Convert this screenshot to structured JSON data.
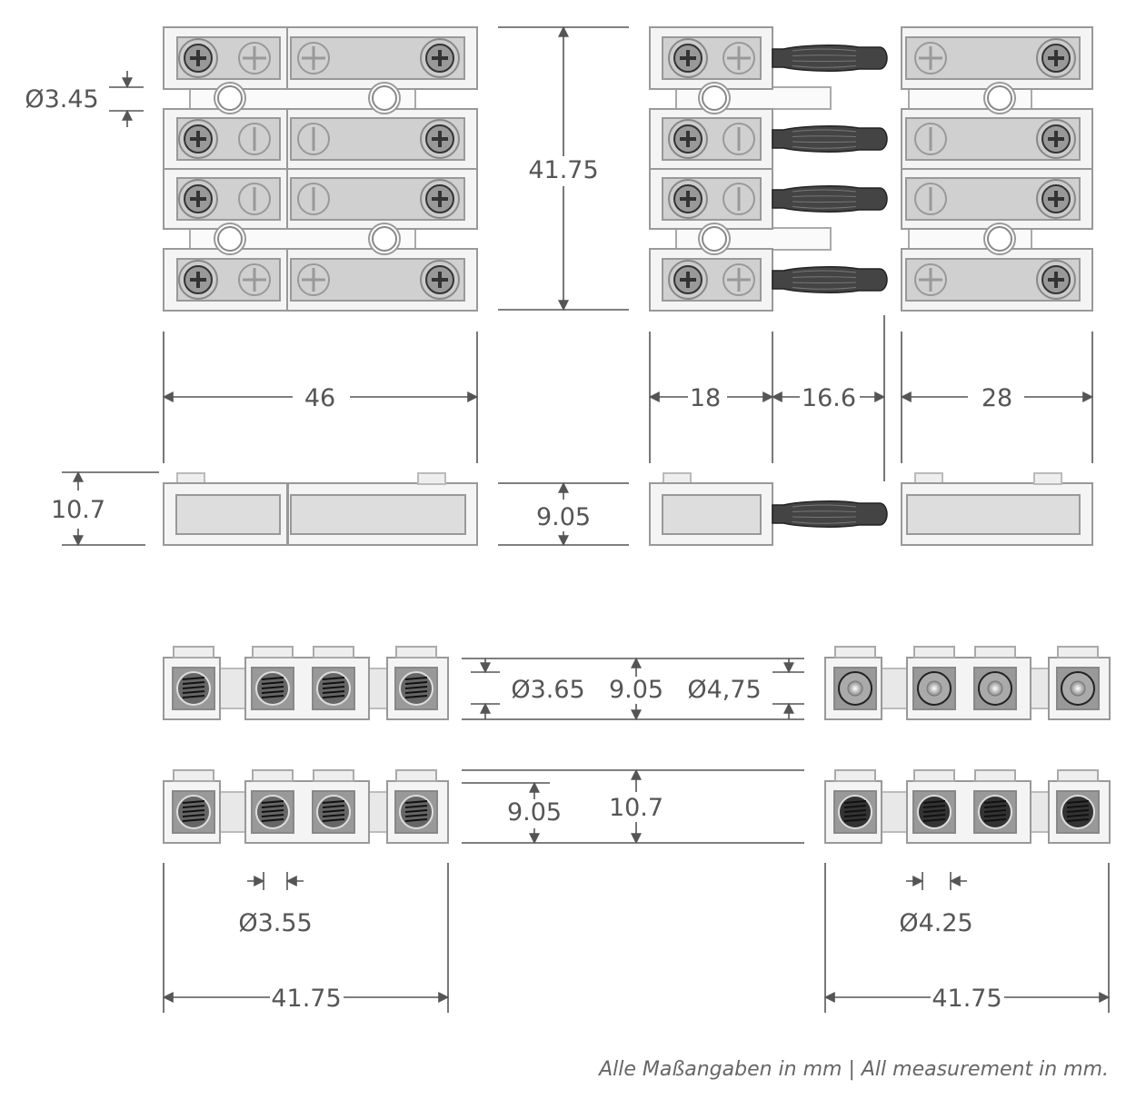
{
  "dimensions": {
    "top_hole_dia": "Ø3.45",
    "top_height": "41.75",
    "left_width": "46",
    "right_w1": "18",
    "right_w2": "16.6",
    "right_w3": "28",
    "side_left_height": "10.7",
    "side_mid_height": "9.05",
    "bottom_hole_left": "Ø3.65",
    "bottom_height_a": "9.05",
    "bottom_hole_right": "Ø4,75",
    "bottom_height_b": "9.05",
    "bottom_height_c": "10.7",
    "screw_dia_left": "Ø3.55",
    "screw_dia_right": "Ø4.25",
    "bottom_width_left": "41.75",
    "bottom_width_right": "41.75"
  },
  "footer": "Alle Maßangaben in mm | All measurement in mm.",
  "colors": {
    "line": "#555555",
    "part_fill": "#f4f4f4",
    "part_stroke": "#999999",
    "plate": "#d0d0d0",
    "banana": "#444444"
  }
}
